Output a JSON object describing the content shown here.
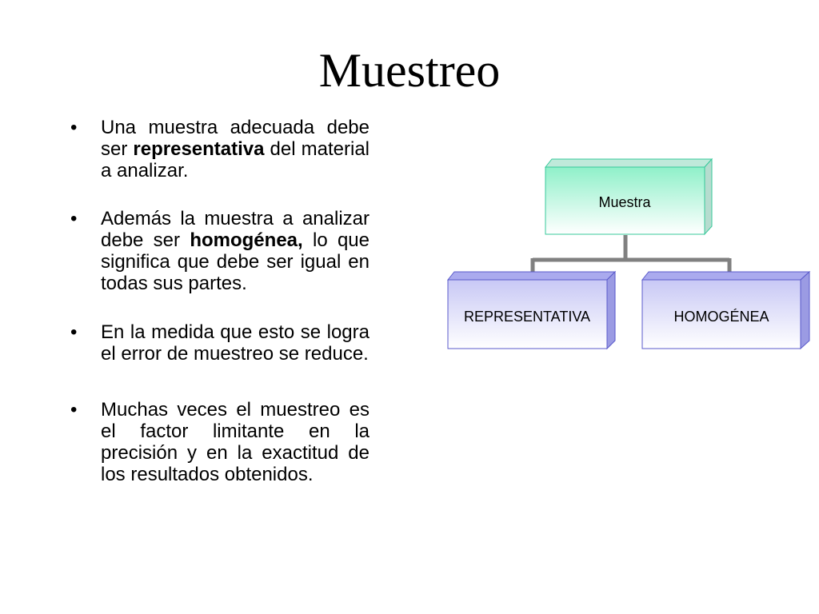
{
  "slide": {
    "title": "Muestreo",
    "bullets": [
      {
        "before": "Una muestra adecuada debe ser ",
        "bold": "representativa",
        "after": " del material a analizar."
      },
      {
        "before": "Además la muestra a analizar debe ser ",
        "bold": "homogénea,",
        "after": " lo que significa que debe ser igual en todas sus partes."
      },
      {
        "before": "En la medida que esto se logra el error de muestreo se reduce.",
        "bold": "",
        "after": ""
      },
      {
        "before": "Muchas veces el muestreo es el factor limitante en la precisión y en la exactitud de los resultados obtenidos.",
        "bold": "",
        "after": ""
      }
    ]
  },
  "diagram": {
    "root": {
      "label": "Muestra",
      "color_front": "#d9fbef",
      "color_side": "#bfe9da",
      "border": "#36c99a"
    },
    "children": [
      {
        "label": "REPRESENTATIVA"
      },
      {
        "label": "HOMOGÉNEA"
      }
    ],
    "child_colors": {
      "front": "#e4e4fb",
      "side": "#aaaaee",
      "border": "#5a5acb"
    },
    "connector_color": "#808080"
  }
}
